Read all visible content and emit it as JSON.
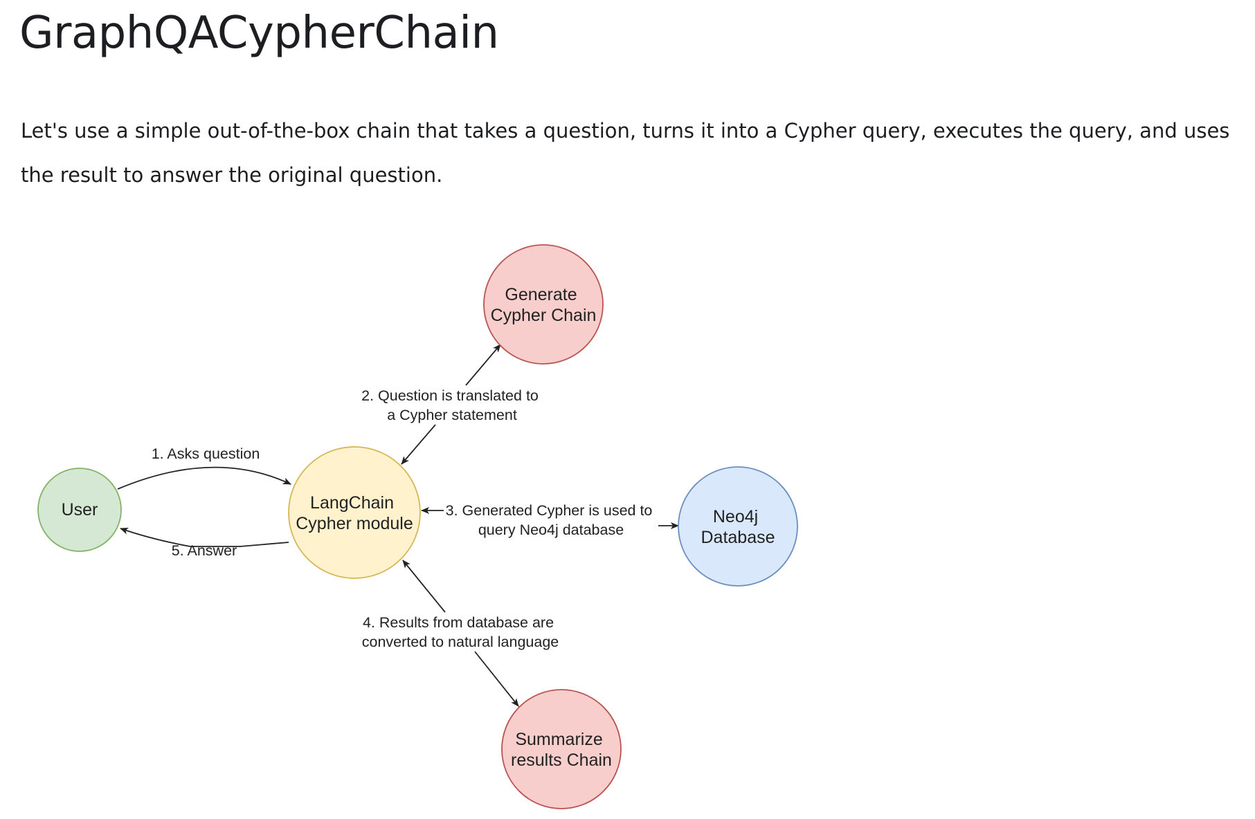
{
  "page": {
    "title": "GraphQACypherChain",
    "intro": "Let's use a simple out-of-the-box chain that takes a question, turns it into a Cypher query, executes the query, and uses the result to answer the original question."
  },
  "diagram": {
    "nodes": {
      "user": {
        "lines": [
          "User"
        ],
        "fill": "#d5e8d4",
        "stroke": "#82b366"
      },
      "langchain": {
        "lines": [
          "LangChain",
          "Cypher module"
        ],
        "fill": "#fff2cc",
        "stroke": "#d6b656"
      },
      "generate": {
        "lines": [
          "Generate",
          "Cypher Chain"
        ],
        "fill": "#f8cecc",
        "stroke": "#b85450"
      },
      "neo4j": {
        "lines": [
          "Neo4j",
          "Database"
        ],
        "fill": "#dae8fc",
        "stroke": "#6c8ebf"
      },
      "summarize": {
        "lines": [
          "Summarize",
          "results Chain"
        ],
        "fill": "#f8cecc",
        "stroke": "#b85450"
      }
    },
    "edges": {
      "ask": {
        "lines": [
          "1. Asks question"
        ]
      },
      "translate": {
        "lines": [
          "2. Question is translated to",
          "a Cypher statement"
        ]
      },
      "query": {
        "lines": [
          "3. Generated Cypher is used to",
          "query Neo4j database"
        ]
      },
      "convert": {
        "lines": [
          "4. Results from database are",
          "converted to natural language"
        ]
      },
      "answer": {
        "lines": [
          "5. Answer"
        ]
      }
    },
    "line_color": "#222222"
  }
}
